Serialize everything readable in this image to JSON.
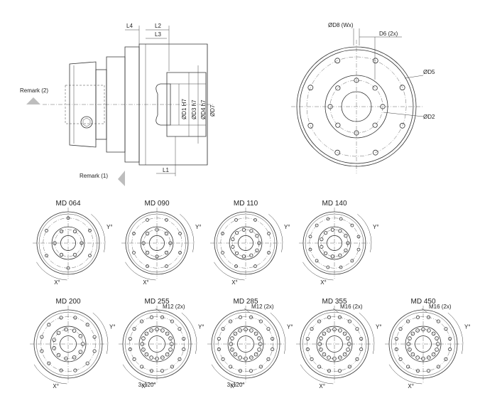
{
  "side_view": {
    "labels": {
      "l4": "L4",
      "l2": "L2",
      "l3": "L3",
      "l1": "L1",
      "d1": "ØD1 H7",
      "d3": "ØD3 h7",
      "d4": "ØD4 h7",
      "d7": "ØD7"
    },
    "remark_2": "Remark (2)",
    "remark_1": "Remark (1)"
  },
  "front_view": {
    "labels": {
      "d8": "ØD8 (Wx)",
      "d6": "D6 (2x)",
      "d5": "ØD5",
      "d2": "ØD2"
    }
  },
  "models": [
    {
      "name": "MD 064",
      "outer_holes": 6,
      "inner_holes": 6,
      "x_mark": "X°",
      "y_mark": "Y°",
      "note": ""
    },
    {
      "name": "MD 090",
      "outer_holes": 8,
      "inner_holes": 8,
      "x_mark": "X°",
      "y_mark": "Y°",
      "note": ""
    },
    {
      "name": "MD 110",
      "outer_holes": 8,
      "inner_holes": 11,
      "x_mark": "X°",
      "y_mark": "Y°",
      "note": ""
    },
    {
      "name": "MD 140",
      "outer_holes": 12,
      "inner_holes": 11,
      "x_mark": "X°",
      "y_mark": "Y°",
      "note": ""
    },
    {
      "name": "MD 200",
      "outer_holes": 12,
      "inner_holes": 11,
      "x_mark": "X°",
      "y_mark": "Y°",
      "note": "",
      "bolt": ""
    },
    {
      "name": "MD 255",
      "outer_holes": 16,
      "inner_holes": 16,
      "x_mark": "X°",
      "y_mark": "Y°",
      "note": "3x120°",
      "bolt": "M12 (2x)"
    },
    {
      "name": "MD 285",
      "outer_holes": 16,
      "inner_holes": 16,
      "x_mark": "X°",
      "y_mark": "Y°",
      "note": "3x120°",
      "bolt": "M12 (2x)"
    },
    {
      "name": "MD 355",
      "outer_holes": 16,
      "inner_holes": 16,
      "x_mark": "X°",
      "y_mark": "Y°",
      "note": "",
      "bolt": "M16 (2x)"
    },
    {
      "name": "MD 450",
      "outer_holes": 16,
      "inner_holes": 16,
      "x_mark": "X°",
      "y_mark": "Y°",
      "note": "",
      "bolt": "M16 (2x)"
    }
  ],
  "colors": {
    "line": "#333333",
    "arrow": "#bdbdbd"
  }
}
